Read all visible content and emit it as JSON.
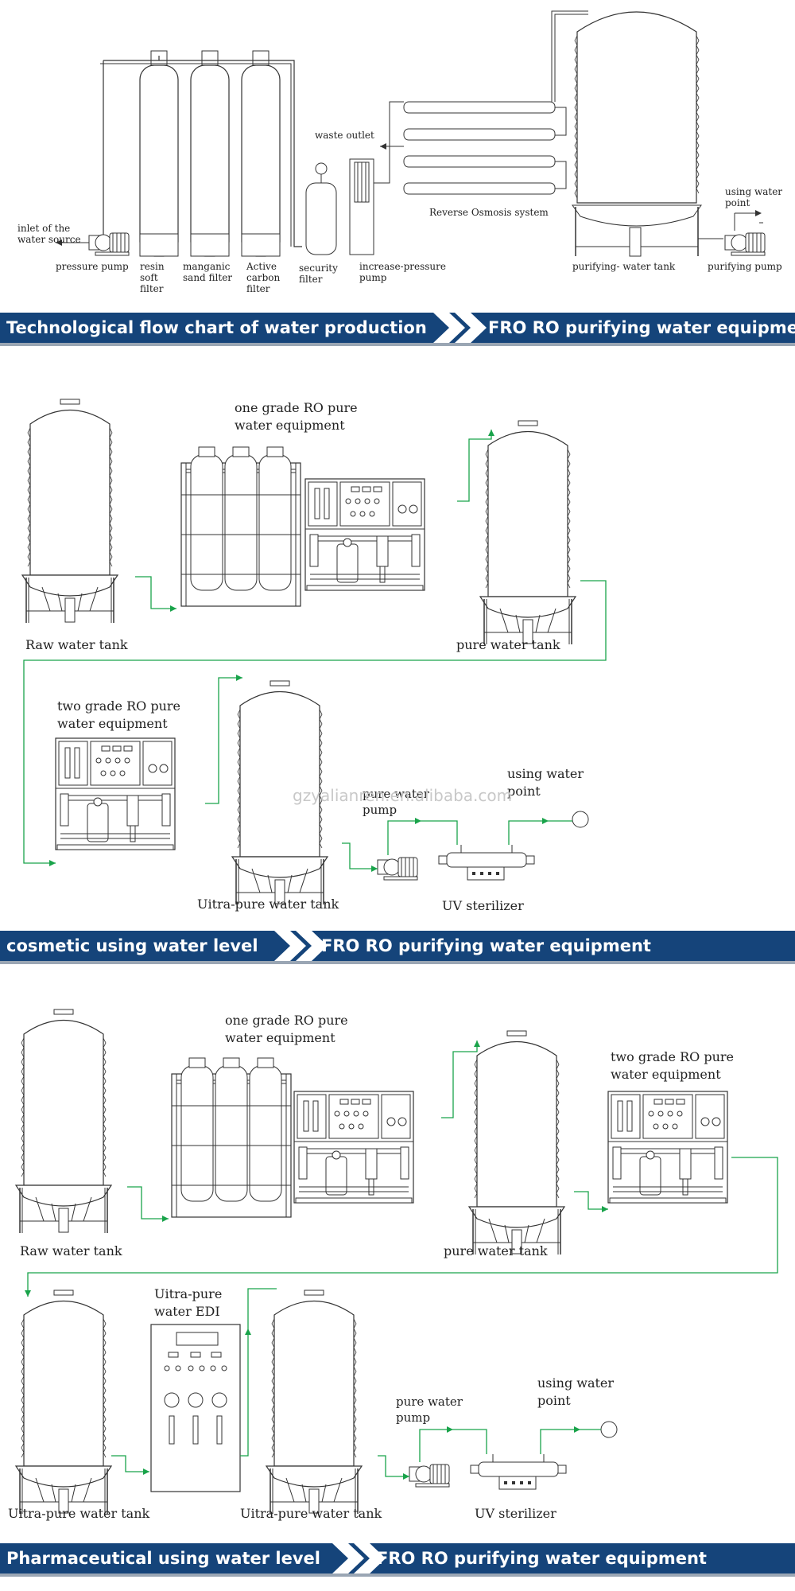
{
  "section1": {
    "labels": {
      "inlet": "inlet of the\nwater source",
      "pressure_pump": "pressure pump",
      "resin": "resin\nsoft\nfilter",
      "manganic": "manganic\nsand filter",
      "carbon": "Active\ncarbon\nfilter",
      "security": "security\nfilter",
      "increase_pump": "increase-pressure\npump",
      "waste": "waste outlet",
      "ro_system": "Reverse Osmosis system",
      "purifying_tank": "purifying- water tank",
      "using_point": "using water\npoint",
      "purifying_pump": "purifying pump"
    },
    "banner": {
      "left": "Technological flow chart of water production",
      "right": "FRO RO purifying water equipment"
    }
  },
  "section2": {
    "labels": {
      "one_grade": "one grade RO pure\nwater equipment",
      "raw_tank": "Raw water tank",
      "pure_tank": "pure water tank",
      "two_grade": "two grade RO pure\nwater equipment",
      "ultra_tank": "Uitra-pure water tank",
      "pure_pump": "pure water\npump",
      "using_point": "using water\npoint",
      "uv": "UV sterilizer"
    },
    "watermark": "gzyalianren.en.alibaba.com",
    "banner": {
      "left": "cosmetic using water level",
      "right": "FRO RO purifying water equipment"
    }
  },
  "section3": {
    "labels": {
      "one_grade": "one grade RO pure\nwater equipment",
      "raw_tank": "Raw water tank",
      "pure_tank": "pure water tank",
      "two_grade": "two grade RO pure\nwater equipment",
      "edi": "Uitra-pure\nwater EDI",
      "ultra_tank_1": "Uitra-pure water tank",
      "ultra_tank_2": "Uitra-pure water tank",
      "pure_pump": "pure water\npump",
      "using_point": "using water\npoint",
      "uv": "UV sterilizer"
    },
    "banner": {
      "left": "Pharmaceutical using water level",
      "right": "FRO RO purifying water equipment"
    }
  },
  "colors": {
    "banner": "#15447a",
    "pipe": "#19a34a",
    "line": "#333333"
  }
}
